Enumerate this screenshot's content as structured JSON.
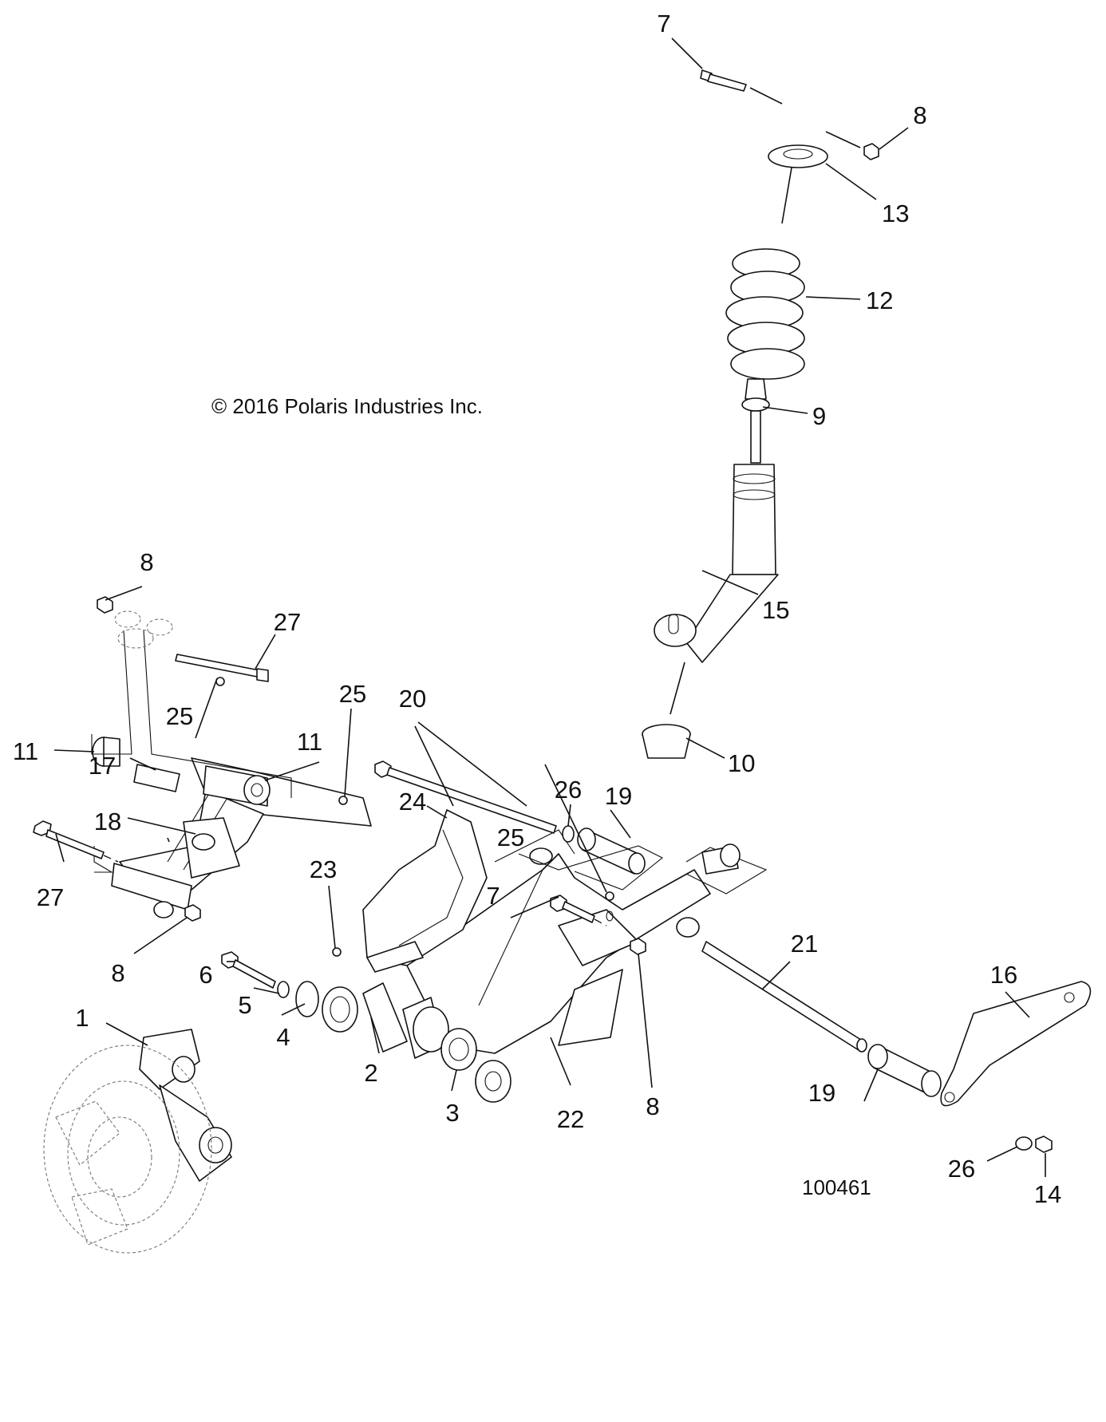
{
  "copyright": "© 2016 Polaris Industries Inc.",
  "figure_number": "100461",
  "callouts": [
    {
      "id": "c1",
      "text": "1"
    },
    {
      "id": "c2",
      "text": "2"
    },
    {
      "id": "c3",
      "text": "3"
    },
    {
      "id": "c4",
      "text": "4"
    },
    {
      "id": "c5",
      "text": "5"
    },
    {
      "id": "c6",
      "text": "6"
    },
    {
      "id": "c7a",
      "text": "7"
    },
    {
      "id": "c7b",
      "text": "7"
    },
    {
      "id": "c8a",
      "text": "8"
    },
    {
      "id": "c8b",
      "text": "8"
    },
    {
      "id": "c8c",
      "text": "8"
    },
    {
      "id": "c8d",
      "text": "8"
    },
    {
      "id": "c9",
      "text": "9"
    },
    {
      "id": "c10",
      "text": "10"
    },
    {
      "id": "c11a",
      "text": "11"
    },
    {
      "id": "c11b",
      "text": "11"
    },
    {
      "id": "c12",
      "text": "12"
    },
    {
      "id": "c13",
      "text": "13"
    },
    {
      "id": "c14",
      "text": "14"
    },
    {
      "id": "c15",
      "text": "15"
    },
    {
      "id": "c16",
      "text": "16"
    },
    {
      "id": "c17",
      "text": "17"
    },
    {
      "id": "c18",
      "text": "18"
    },
    {
      "id": "c19a",
      "text": "19"
    },
    {
      "id": "c19b",
      "text": "19"
    },
    {
      "id": "c20",
      "text": "20"
    },
    {
      "id": "c21",
      "text": "21"
    },
    {
      "id": "c22",
      "text": "22"
    },
    {
      "id": "c23",
      "text": "23"
    },
    {
      "id": "c24",
      "text": "24"
    },
    {
      "id": "c25a",
      "text": "25"
    },
    {
      "id": "c25b",
      "text": "25"
    },
    {
      "id": "c25c",
      "text": "25"
    },
    {
      "id": "c26a",
      "text": "26"
    },
    {
      "id": "c26b",
      "text": "26"
    },
    {
      "id": "c27a",
      "text": "27"
    },
    {
      "id": "c27b",
      "text": "27"
    }
  ]
}
